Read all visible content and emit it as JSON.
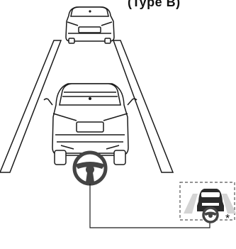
{
  "diagram": {
    "header_text": "(Type B)",
    "footnote_marker": "*",
    "colors": {
      "line": "#1a1a1a",
      "car_fill": "#ffffff",
      "indicator_dark": "#444444",
      "indicator_light": "#d4d4d4",
      "frame_dash": "#555555"
    },
    "icons": [
      "steering-wheel-icon",
      "lead-vehicle",
      "own-vehicle",
      "indicator-car-icon"
    ]
  }
}
